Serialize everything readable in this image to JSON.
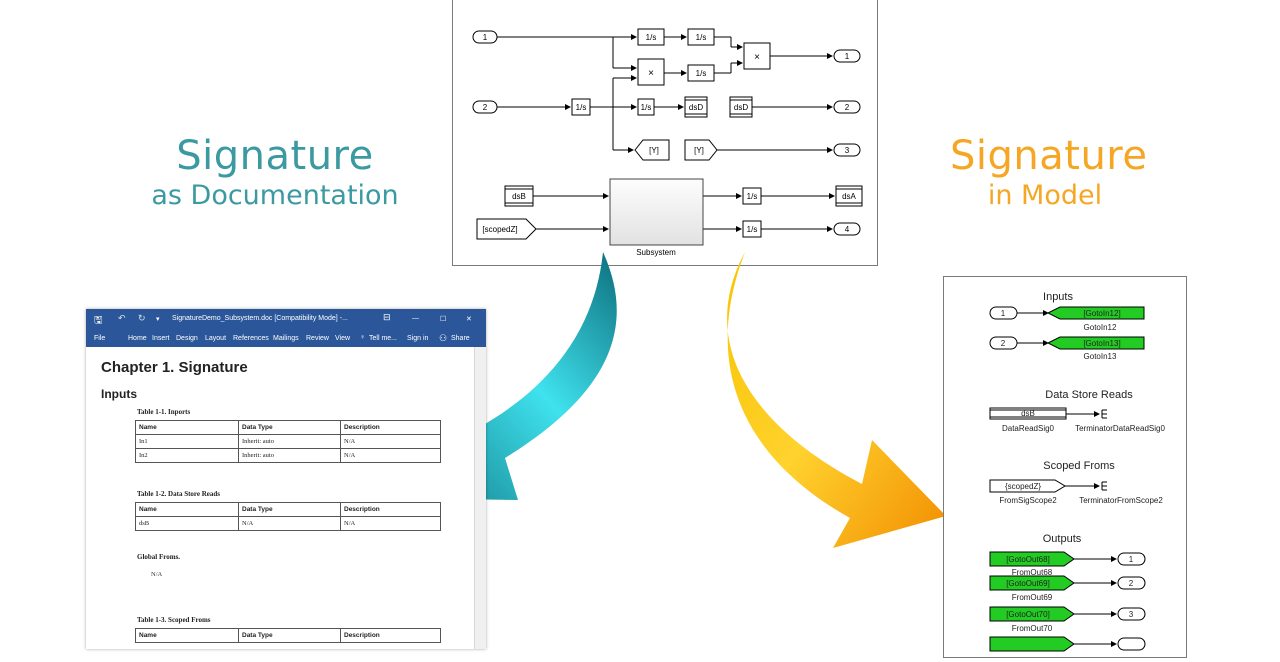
{
  "headings": {
    "left_title": "Signature",
    "left_sub": "as Documentation",
    "right_title": "Signature",
    "right_sub": "in Model"
  },
  "colors": {
    "teal": "#3b9aa1",
    "orange": "#f5a623",
    "goto_green": "#22cc22",
    "word_blue": "#2b579a"
  },
  "model": {
    "inports": [
      "1",
      "2"
    ],
    "outports": [
      "1",
      "2",
      "3",
      "4"
    ],
    "integrator": "1/s",
    "product": "×",
    "ds_d": "dsD",
    "ds_b": "dsB",
    "ds_a": "dsA",
    "goto_y": "[Y]",
    "from_y": "[Y]",
    "scoped_z": "[scopedZ]",
    "subsystem": "Subsystem"
  },
  "word": {
    "title": "SignatureDemo_Subsystem.doc [Compatibility Mode] -...",
    "minimize": "—",
    "maximize": "☐",
    "close": "✕",
    "save_icon": "save-icon",
    "ribbon": [
      "File",
      "Home",
      "Insert",
      "Design",
      "Layout",
      "References",
      "Mailings",
      "Review",
      "View"
    ],
    "tell_me": "Tell me...",
    "sign_in": "Sign in",
    "share": "Share",
    "chapter": "Chapter 1. Signature",
    "section": "Inputs",
    "table1_caption": "Table 1-1. Inports",
    "table_headers": [
      "Name",
      "Data Type",
      "Description"
    ],
    "table1_rows": [
      [
        "In1",
        "Inherit: auto",
        "N/A"
      ],
      [
        "In2",
        "Inherit: auto",
        "N/A"
      ]
    ],
    "table2_caption": "Table 1-2. Data Store Reads",
    "table2_rows": [
      [
        "dsB",
        "N/A",
        "N/A"
      ]
    ],
    "global_froms": "Global Froms.",
    "global_froms_value": "N/A",
    "table3_caption": "Table 1-3. Scoped Froms"
  },
  "signature": {
    "inputs_title": "Inputs",
    "in1": "1",
    "in2": "2",
    "goto12": "[GotoIn12]",
    "goto12_name": "GotoIn12",
    "goto13": "[GotoIn13]",
    "goto13_name": "GotoIn13",
    "dsr_title": "Data Store Reads",
    "dsb": "dsB",
    "dsb_name": "DataReadSig0",
    "term_ds_name": "TerminatorDataReadSig0",
    "scoped_title": "Scoped Froms",
    "scoped": "{scopedZ}",
    "scoped_name": "FromSigScope2",
    "term_scope_name": "TerminatorFromScope2",
    "outputs_title": "Outputs",
    "out68": "[GotoOut68]",
    "out68_name": "FromOut68",
    "out69": "[GotoOut69]",
    "out69_name": "FromOut69",
    "out70": "[GotoOut70]",
    "out70_name": "FromOut70",
    "o1": "1",
    "o2": "2",
    "o3": "3"
  }
}
